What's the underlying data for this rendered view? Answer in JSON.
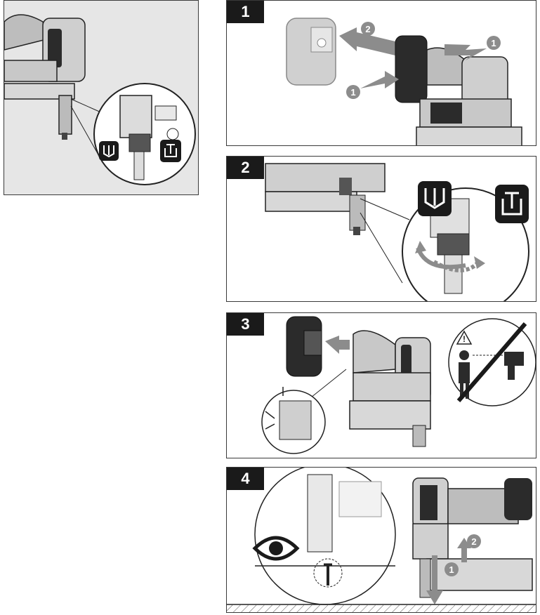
{
  "steps": [
    {
      "number": "1"
    },
    {
      "number": "2"
    },
    {
      "number": "3"
    },
    {
      "number": "4"
    }
  ],
  "callouts": {
    "step1_arrow_a": "2",
    "step1_arrow_b": "1",
    "step1_arrow_c": "1",
    "step4_arrow_up": "2",
    "step4_arrow_down": "1"
  },
  "warning_symbol": "!",
  "colors": {
    "overview_bg": "#e6e6e6",
    "badge_bg": "#1a1a1a",
    "tool_dark": "#2b2b2b",
    "tool_mid": "#8a8a8a",
    "arrow_gray": "#8c8c8c",
    "prohibition": "#1a1a1a"
  },
  "icons": [
    "depth-deep-icon",
    "depth-flush-icon",
    "eye-icon",
    "warning-triangle-icon",
    "prohibition-sign-icon",
    "person-icon",
    "nail-icon"
  ]
}
